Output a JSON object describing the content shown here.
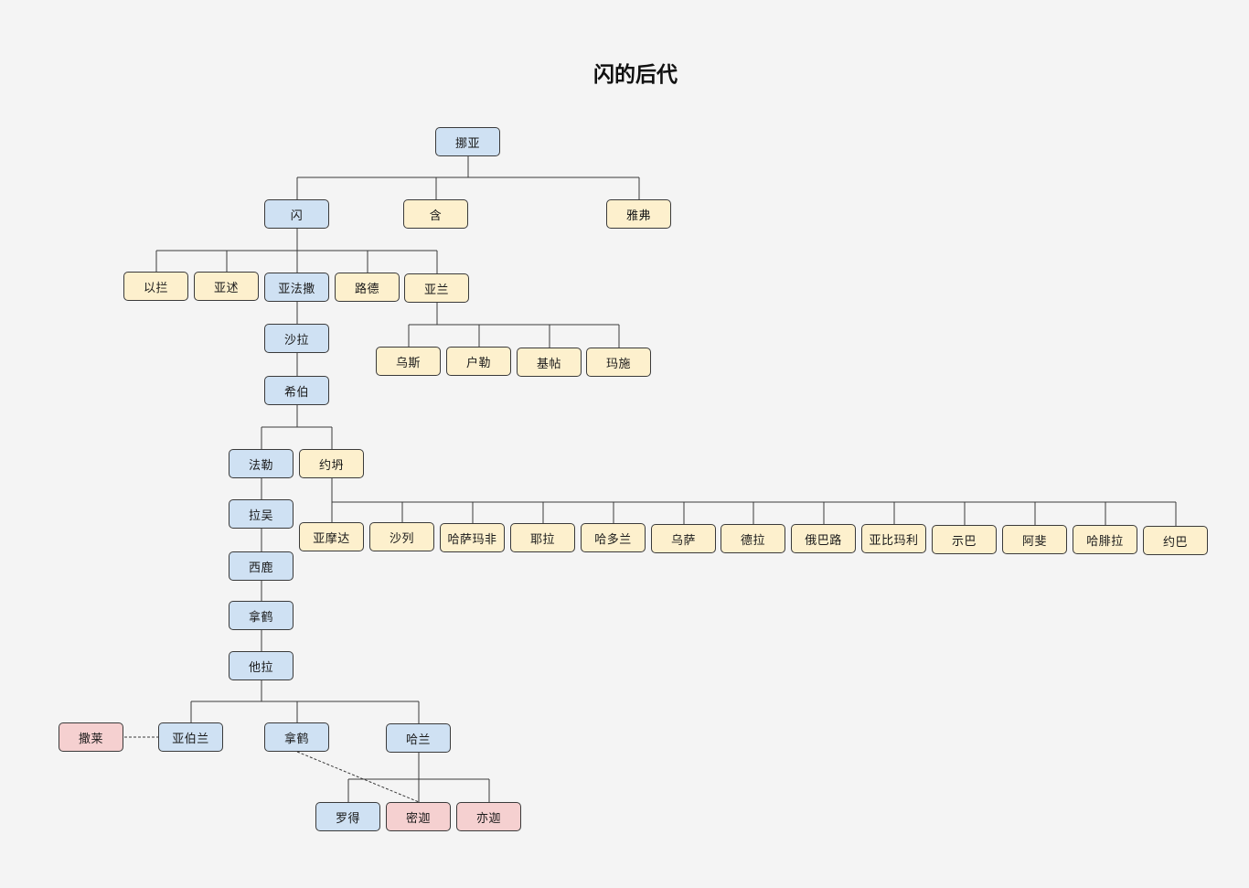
{
  "title": "闪的后代",
  "colors": {
    "blue": "#cfe1f3",
    "yellow": "#fdf0cd",
    "pink": "#f5d0d0",
    "line": "#3a3a3a"
  },
  "nodes": {
    "noah": "挪亚",
    "shem": "闪",
    "ham": "含",
    "japheth": "雅弗",
    "elam": "以拦",
    "asshur": "亚述",
    "arphaxad": "亚法撒",
    "lud": "路德",
    "aram": "亚兰",
    "uz": "乌斯",
    "hul": "户勒",
    "gether": "基帖",
    "mash": "玛施",
    "shelah": "沙拉",
    "eber": "希伯",
    "peleg": "法勒",
    "joktan": "约坍",
    "reu": "拉吴",
    "serug": "西鹿",
    "nahor1": "拿鹤",
    "terah": "他拉",
    "almodad": "亚摩达",
    "sheleph": "沙列",
    "hazarmaveth": "哈萨玛非",
    "jerah": "耶拉",
    "hadoram": "哈多兰",
    "uzal": "乌萨",
    "diklah": "德拉",
    "obal": "俄巴路",
    "abimael": "亚比玛利",
    "sheba": "示巴",
    "ophir": "阿斐",
    "havilah": "哈腓拉",
    "jobab": "约巴",
    "sarai": "撒莱",
    "abram": "亚伯兰",
    "nahor2": "拿鹤",
    "haran": "哈兰",
    "lot": "罗得",
    "milcah": "密迦",
    "iscah": "亦迦"
  }
}
